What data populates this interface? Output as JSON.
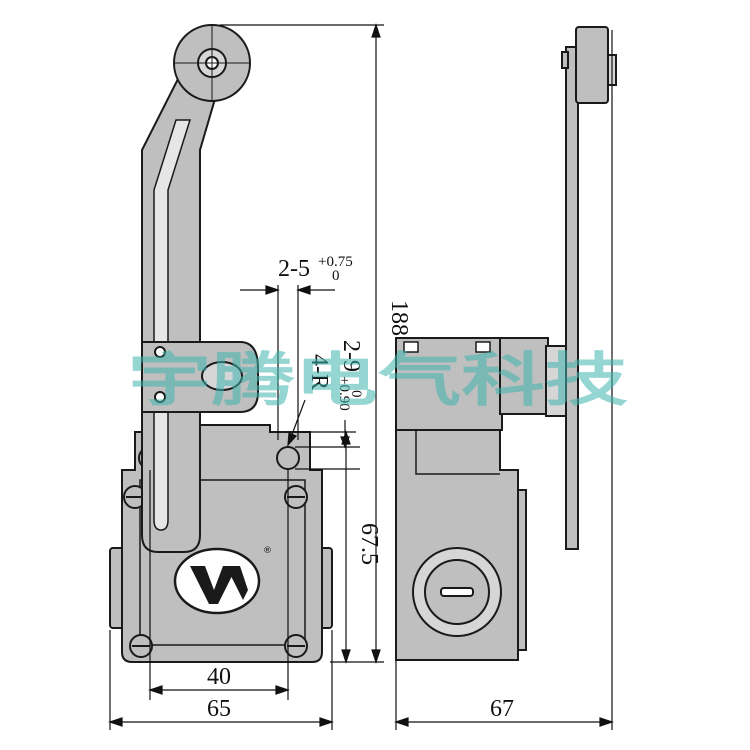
{
  "dimensions": {
    "overall_height": "188",
    "slot_width": "2-5",
    "slot_width_tol_upper": "+0.75",
    "slot_width_tol_lower": "0",
    "hole_dia": "2-9",
    "hole_dia_tol_upper": "+0.90",
    "hole_dia_tol_lower": "0",
    "radius": "4-R",
    "mount_height": "67.5",
    "mount_width": "40",
    "body_width": "65",
    "depth": "67"
  },
  "logo": {
    "registered_mark": "®"
  },
  "watermark": {
    "text": "宇腾电气科技"
  },
  "colors": {
    "body_fill": "#bfbfbf",
    "outline": "#1a1a1a",
    "dim_line": "#111111",
    "watermark": "#3fb5b0"
  }
}
